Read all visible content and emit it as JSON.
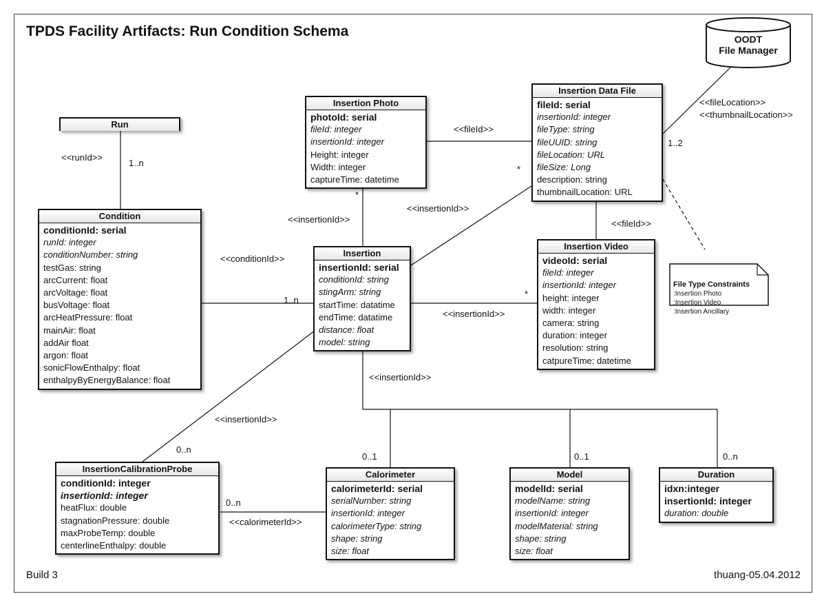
{
  "title": "TPDS Facility Artifacts: Run Condition Schema",
  "footer": {
    "build": "Build 3",
    "author_date": "thuang-05.04.2012"
  },
  "datastore": {
    "line1": "OODT",
    "line2": "File Manager"
  },
  "note": {
    "title": "File Type Constraints",
    "items": [
      ":Insertion Photo",
      ":Insertion Video",
      ":Insertion Ancillary"
    ]
  },
  "entities": {
    "run": {
      "name": "Run",
      "attrs": []
    },
    "condition": {
      "name": "Condition",
      "attrs": [
        {
          "text": "conditionId: serial",
          "style": "key"
        },
        {
          "text": "runId: integer",
          "style": "fk"
        },
        {
          "text": "conditionNumber: string",
          "style": "fk"
        },
        {
          "text": "testGas: string",
          "style": "plain"
        },
        {
          "text": "arcCurrent: float",
          "style": "plain"
        },
        {
          "text": "arcVoltage: float",
          "style": "plain"
        },
        {
          "text": "busVoltage: float",
          "style": "plain"
        },
        {
          "text": "arcHeatPressure: float",
          "style": "plain"
        },
        {
          "text": "mainAir: float",
          "style": "plain"
        },
        {
          "text": "addAir float",
          "style": "plain"
        },
        {
          "text": "argon: float",
          "style": "plain"
        },
        {
          "text": "sonicFlowEnthalpy: float",
          "style": "plain"
        },
        {
          "text": "enthalpyByEnergyBalance: float",
          "style": "plain"
        }
      ]
    },
    "insertion_photo": {
      "name": "Insertion Photo",
      "attrs": [
        {
          "text": "photoId: serial",
          "style": "key"
        },
        {
          "text": "fileId: integer",
          "style": "fk"
        },
        {
          "text": "insertionId: integer",
          "style": "fk"
        },
        {
          "text": "Height: integer",
          "style": "plain"
        },
        {
          "text": "Width: integer",
          "style": "plain"
        },
        {
          "text": "captureTime: datetime",
          "style": "plain"
        }
      ]
    },
    "insertion_data_file": {
      "name": "Insertion Data File",
      "attrs": [
        {
          "text": "fileId: serial",
          "style": "key"
        },
        {
          "text": "insertionId: integer",
          "style": "fk"
        },
        {
          "text": "fileType: string",
          "style": "fk"
        },
        {
          "text": "fileUUID: string",
          "style": "fk"
        },
        {
          "text": "fileLocation: URL",
          "style": "fk"
        },
        {
          "text": "fileSize: Long",
          "style": "fk"
        },
        {
          "text": "description: string",
          "style": "plain"
        },
        {
          "text": "thumbnailLocation: URL",
          "style": "plain"
        }
      ]
    },
    "insertion": {
      "name": "Insertion",
      "attrs": [
        {
          "text": "insertionId: serial",
          "style": "key"
        },
        {
          "text": "conditionId: string",
          "style": "fk"
        },
        {
          "text": "stingArm: string",
          "style": "fk"
        },
        {
          "text": "startTime: datatime",
          "style": "plain"
        },
        {
          "text": "endTime: datatime",
          "style": "plain"
        },
        {
          "text": "distance: float",
          "style": "fk"
        },
        {
          "text": "model: string",
          "style": "fk"
        }
      ]
    },
    "insertion_video": {
      "name": "Insertion Video",
      "attrs": [
        {
          "text": "videoId: serial",
          "style": "key"
        },
        {
          "text": "fileId: integer",
          "style": "fk"
        },
        {
          "text": "insertionId: integer",
          "style": "fk"
        },
        {
          "text": "height: integer",
          "style": "plain"
        },
        {
          "text": "width: integer",
          "style": "plain"
        },
        {
          "text": "camera: string",
          "style": "plain"
        },
        {
          "text": "duration: integer",
          "style": "plain"
        },
        {
          "text": "resolution: string",
          "style": "plain"
        },
        {
          "text": "catpureTime: datetime",
          "style": "plain"
        }
      ]
    },
    "insertion_calibration_probe": {
      "name": "InsertionCalibrationProbe",
      "attrs": [
        {
          "text": "conditionId: integer",
          "style": "key"
        },
        {
          "text": "insertionId: integer",
          "style": "keyfk"
        },
        {
          "text": "heatFlux: double",
          "style": "plain"
        },
        {
          "text": "stagnationPressure: double",
          "style": "plain"
        },
        {
          "text": "maxProbeTemp: double",
          "style": "plain"
        },
        {
          "text": "centerlineEnthalpy: double",
          "style": "plain"
        }
      ]
    },
    "calorimeter": {
      "name": "Calorimeter",
      "attrs": [
        {
          "text": "calorimeterId: serial",
          "style": "key"
        },
        {
          "text": "serialNumber: string",
          "style": "fk"
        },
        {
          "text": "insertionId: integer",
          "style": "fk"
        },
        {
          "text": "calorimeterType: string",
          "style": "fk"
        },
        {
          "text": "shape: string",
          "style": "fk"
        },
        {
          "text": "size: float",
          "style": "fk"
        }
      ]
    },
    "model": {
      "name": "Model",
      "attrs": [
        {
          "text": "modelId: serial",
          "style": "key"
        },
        {
          "text": "modelName: string",
          "style": "fk"
        },
        {
          "text": "insertionId: integer",
          "style": "fk"
        },
        {
          "text": "modelMaterial: string",
          "style": "fk"
        },
        {
          "text": "shape: string",
          "style": "fk"
        },
        {
          "text": "size: float",
          "style": "fk"
        }
      ]
    },
    "duration": {
      "name": "Duration",
      "attrs": [
        {
          "text": "idxn:integer",
          "style": "key"
        },
        {
          "text": "insertionId: integer",
          "style": "key"
        },
        {
          "text": "duration: double",
          "style": "fk"
        }
      ]
    }
  },
  "labels": {
    "run_cond_key": "<<runId>>",
    "run_cond_mult": "1..n",
    "cond_ins_key": "<<conditionId>>",
    "cond_ins_mult": "1..n",
    "photo_ins_key": "<<insertionId>>",
    "photo_ins_mult": "*",
    "photo_file_key": "<<fileId>>",
    "file_ins_key": "<<insertionId>>",
    "file_ins_mult": "*",
    "file_store_key1": "<<fileLocation>>",
    "file_store_key2": "<<thumbnailLocation>>",
    "file_store_mult": "1..2",
    "file_video_key": "<<fileId>>",
    "ins_video_key": "<<insertionId>>",
    "ins_video_mult": "*",
    "ins_children_key": "<<insertionId>>",
    "ins_probe_key": "<<insertionId>>",
    "ins_probe_mult": "0..n",
    "ins_calor_mult": "0..1",
    "ins_model_mult": "0..1",
    "ins_duration_mult": "0..n",
    "probe_calor_key": "<<calorimeterId>>",
    "probe_calor_mult": "0..n"
  }
}
